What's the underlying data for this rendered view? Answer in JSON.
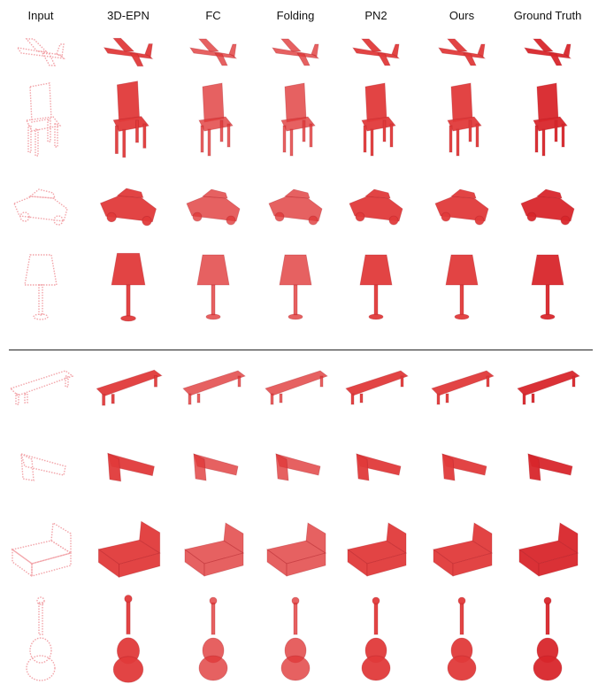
{
  "figure": {
    "columns": [
      "Input",
      "3D-EPN",
      "FC",
      "Folding",
      "PN2",
      "Ours",
      "Ground Truth"
    ],
    "rows": [
      {
        "icon": "airplane-icon",
        "group": "top"
      },
      {
        "icon": "chair-icon",
        "group": "top"
      },
      {
        "icon": "car-icon",
        "group": "top"
      },
      {
        "icon": "lamp-icon",
        "group": "top"
      },
      {
        "icon": "bench-icon",
        "group": "bottom"
      },
      {
        "icon": "pistol-icon",
        "group": "bottom"
      },
      {
        "icon": "bed-icon",
        "group": "bottom"
      },
      {
        "icon": "guitar-icon",
        "group": "bottom"
      }
    ],
    "colors": {
      "input": "#f2a3a8",
      "prediction": "#e03a3a",
      "ground_truth": "#d8262b",
      "shade": "#a91a22",
      "divider": "#222222"
    }
  }
}
